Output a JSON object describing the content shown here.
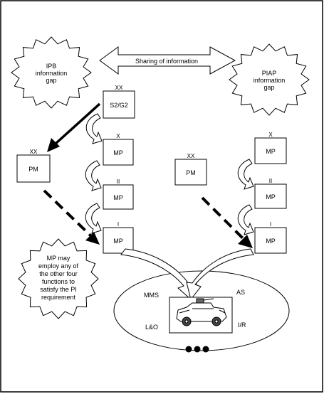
{
  "sharing_label": "Sharing of information",
  "ipb_gap": [
    "IPB",
    "information",
    "gap"
  ],
  "piap_gap": [
    "PIAP",
    "information",
    "gap"
  ],
  "s2g2": {
    "echelon": "XX",
    "label": "S2/G2"
  },
  "left_pm": {
    "echelon": "XX",
    "label": "PM"
  },
  "right_pm": {
    "echelon": "XX",
    "label": "PM"
  },
  "left_mp": [
    {
      "echelon": "X",
      "label": "MP"
    },
    {
      "echelon": "II",
      "label": "MP"
    },
    {
      "echelon": "I",
      "label": "MP"
    }
  ],
  "right_mp": [
    {
      "echelon": "X",
      "label": "MP"
    },
    {
      "echelon": "II",
      "label": "MP"
    },
    {
      "echelon": "I",
      "label": "MP"
    }
  ],
  "mp_note": [
    "MP may",
    "employ any of",
    "the other four",
    "functions to",
    "satisfy the PI",
    "requirement"
  ],
  "functions": {
    "mms": "MMS",
    "as": "AS",
    "lo": "L&O",
    "ir": "I/R"
  },
  "colors": {
    "line": "#000000",
    "background": "#ffffff"
  }
}
